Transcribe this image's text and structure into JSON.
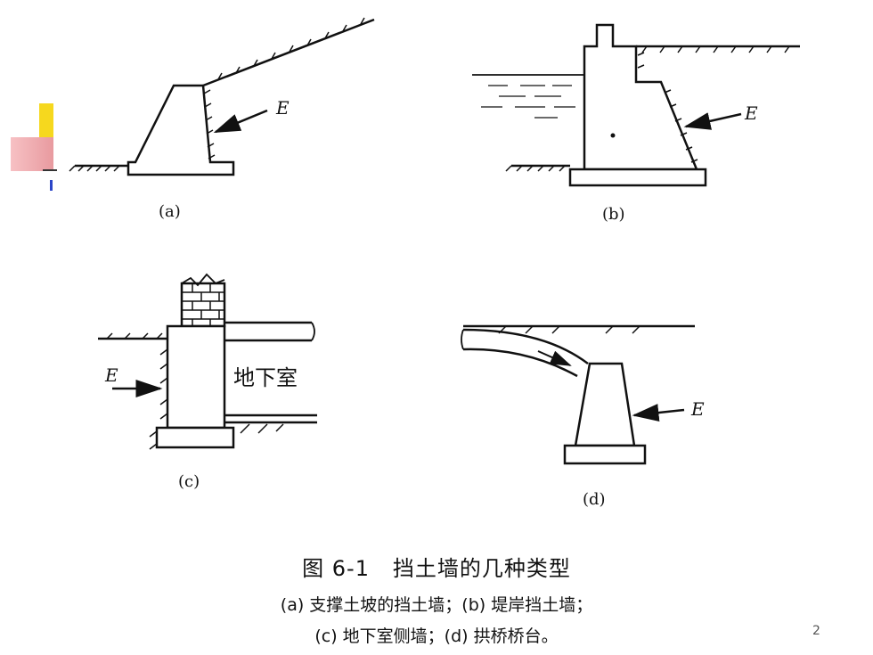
{
  "figure": {
    "panels": {
      "a": {
        "label": "(a)",
        "force": "E"
      },
      "b": {
        "label": "(b)",
        "force": "E"
      },
      "c": {
        "label": "(c)",
        "force": "E",
        "room": "地下室"
      },
      "d": {
        "label": "(d)",
        "force": "E"
      }
    },
    "caption": {
      "title": "图 6-1   挡土墙的几种类型",
      "line1": "(a) 支撑土坡的挡土墙；(b) 堤岸挡土墙；",
      "line2": "(c) 地下室侧墙；(d) 拱桥桥台。"
    },
    "page_number": "2"
  }
}
